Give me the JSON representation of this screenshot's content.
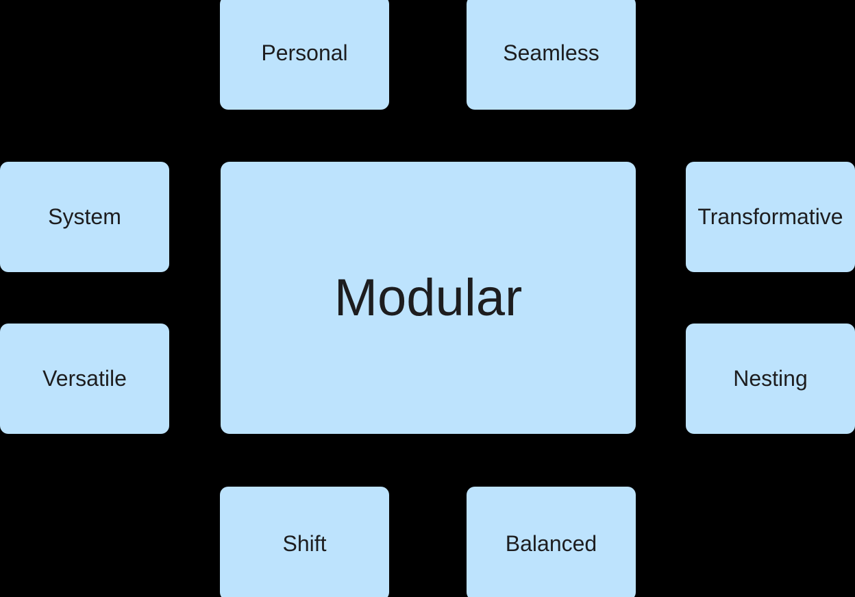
{
  "diagram": {
    "type": "mind-map",
    "colors": {
      "background": "#000000",
      "node_fill": "#BDE3FD",
      "text": "#1D1D1F"
    },
    "center": {
      "label": "Modular"
    },
    "satellites": [
      {
        "label": "Personal",
        "position": "top-left"
      },
      {
        "label": "Seamless",
        "position": "top-right"
      },
      {
        "label": "System",
        "position": "left-upper"
      },
      {
        "label": "Transformative",
        "position": "right-upper"
      },
      {
        "label": "Versatile",
        "position": "left-lower"
      },
      {
        "label": "Nesting",
        "position": "right-lower"
      },
      {
        "label": "Shift",
        "position": "bottom-left"
      },
      {
        "label": "Balanced",
        "position": "bottom-right"
      }
    ]
  }
}
